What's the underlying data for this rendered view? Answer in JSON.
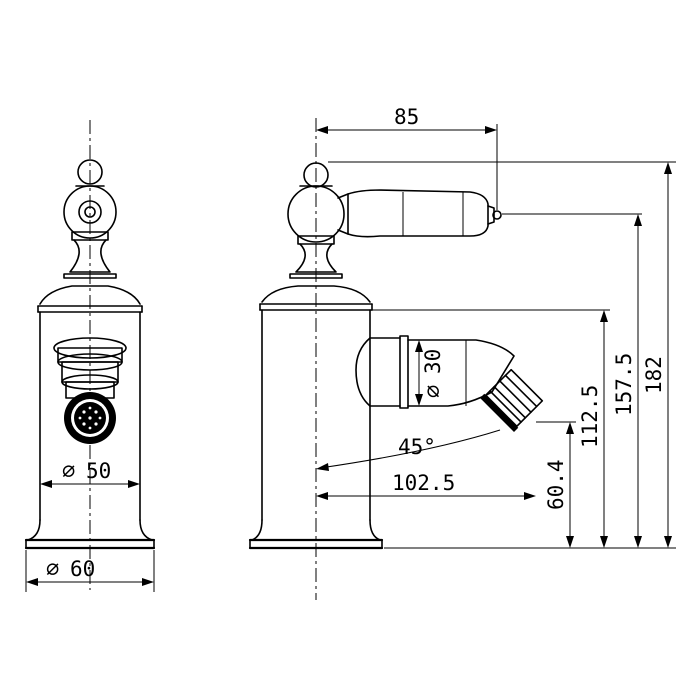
{
  "dimensions": {
    "top_width": "85",
    "height_handle": "157.5",
    "height_total": "182",
    "height_spout": "112.5",
    "height_aerator": "60.4",
    "spout_reach": "102.5",
    "spout_angle": "45°",
    "spout_diameter": "30",
    "body_diameter": "50",
    "base_diameter": "60"
  },
  "symbols": {
    "diameter": "⌀"
  }
}
